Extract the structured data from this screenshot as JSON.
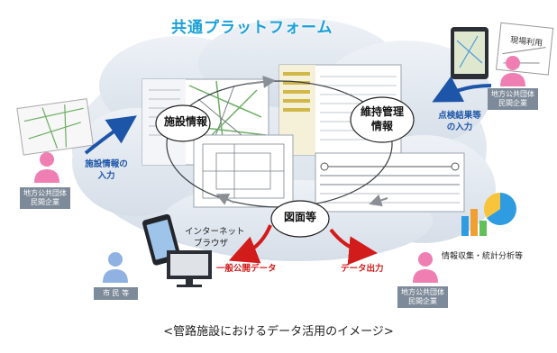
{
  "title": "共通プラットフォーム",
  "nodes": {
    "facility": "施設情報",
    "maintenance_line1": "維持管理",
    "maintenance_line2": "情報",
    "drawings": "図面等"
  },
  "labels": {
    "facility_input_line1": "施設情報の",
    "facility_input_line2": "入力",
    "inspection_input_line1": "点検結果等",
    "inspection_input_line2": "の入力",
    "internet_line1": "インターネット",
    "internet_line2": "ブラウザ",
    "public_data": "一般公開データ",
    "data_output": "データ出力",
    "analysis": "情報収集・統計分析等",
    "field_use": "現場利用"
  },
  "actors": {
    "left_line1": "地方公共団体",
    "left_line2": "民間企業",
    "right_line1": "地方公共団体",
    "right_line2": "民間企業",
    "bottom_right_line1": "地方公共団体",
    "bottom_right_line2": "民間企業",
    "citizens": "市 民 等"
  },
  "caption": "<管路施設におけるデータ活用のイメージ>",
  "colors": {
    "title": "#1aa0d8",
    "cloud": "#dfe6ee",
    "person": "#ef7fb3",
    "person_blue": "#8fb2e3",
    "blue_arrow": "#1d55a8",
    "red_arrow": "#d21b1b",
    "actor_box": "#7d8a99"
  }
}
